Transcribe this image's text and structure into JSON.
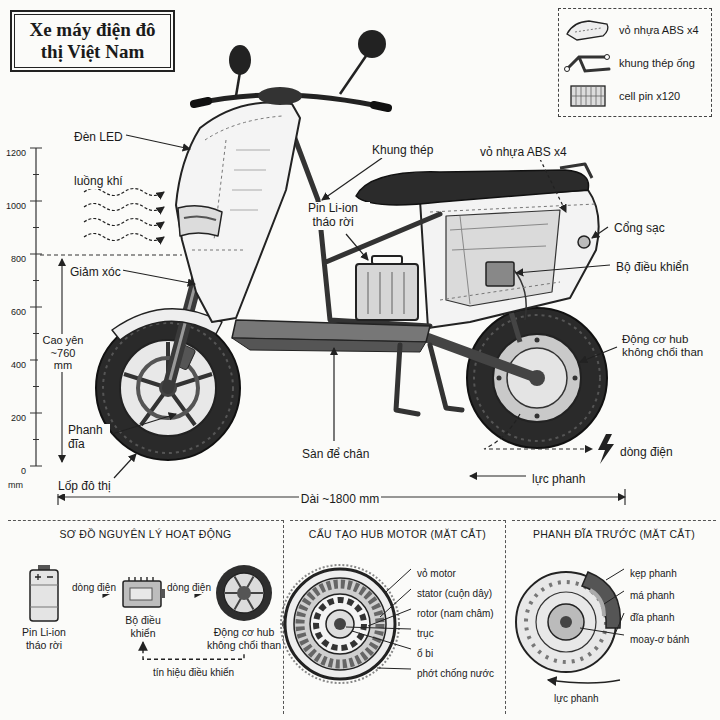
{
  "diagram": {
    "title": "Xe máy điện đô thị Việt Nam",
    "nodes": [
      {
        "text": [
          "SƠ ĐỒ NGUYÊN LÝ HOẠT ĐỘNG"
        ]
      },
      {
        "text": [
          "Pin Li-ion tháo rời"
        ],
        "in": 0
      },
      {
        "text": [
          "Bộ điều khiển"
        ],
        "in": 0
      },
      {
        "text": [
          "Động cơ hub không chổi than"
        ],
        "in": 0
      },
      {
        "text": [
          "CẤU TẠO HUB MOTOR (MẶT CẮT)"
        ]
      },
      {
        "text": [
          "PHANH ĐĨA TRƯỚC (MẶT CẮT)"
        ]
      }
    ],
    "edges": [
      {
        "from": 1,
        "to": 2,
        "arrow": "to",
        "label": "dòng điện"
      },
      {
        "from": 2,
        "to": 3,
        "arrow": "to",
        "label": "dòng điện"
      },
      {
        "from": 3,
        "to": 2,
        "arrow": "to",
        "label": "tín hiệu điều khiển"
      }
    ],
    "labels": [
      "Đèn LED",
      "luồng khí",
      "Khung thép",
      "vỏ nhựa ABS x4",
      "Pin Li-ion tháo rời",
      "Cổng sạc",
      "Bộ điều khiển",
      "Giảm xóc",
      "Cao yên ~760 mm",
      "Động cơ hub không chổi than",
      "Phanh đĩa",
      "Sàn để chân",
      "dòng điện",
      "Lốp đô thị",
      "lực phanh",
      "Dài ~1800 mm",
      "1200",
      "1000",
      "800",
      "600",
      "400",
      "200",
      "0",
      "mm",
      "vỏ motor",
      "stator (cuộn dây)",
      "rotor (nam châm)",
      "trục",
      "ổ bi",
      "phớt chống nước",
      "kẹp phanh",
      "má phanh",
      "đĩa phanh",
      "moay-ơ bánh",
      "lực phanh"
    ],
    "legend": [
      {
        "text": "vỏ nhựa ABS x4"
      },
      {
        "text": "khung thép ống"
      },
      {
        "text": "cell pin x120"
      }
    ]
  }
}
